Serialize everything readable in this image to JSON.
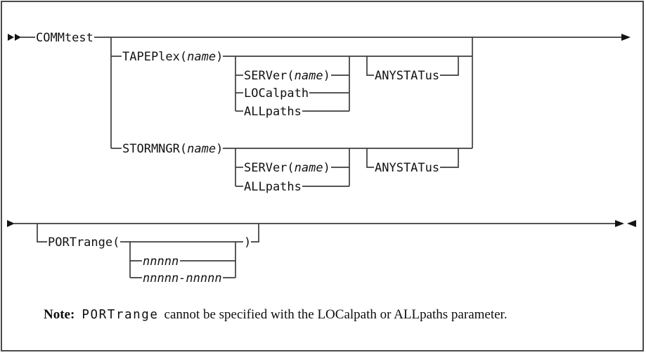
{
  "colors": {
    "background": "#ffffff",
    "line": "#3d3d3d",
    "text": "#121212",
    "border": "#4a4a4a"
  },
  "icons": {
    "row1_start": "double-right-arrow-icon",
    "row1_end": "right-arrow-icon",
    "row2_start": "right-arrow-icon",
    "row2_end": "right-arrow-meets-left-arrow-icon"
  },
  "syntax": {
    "command": "COMMtest",
    "tapeplex": {
      "pre": "TAPEPlex(",
      "arg": "name",
      "post": ")"
    },
    "stormngr": {
      "pre": "STORMNGR(",
      "arg": "name",
      "post": ")"
    },
    "server": {
      "pre": "SERVer(",
      "arg": "name",
      "post": ")"
    },
    "localpath": "LOCalpath",
    "allpaths": "ALLpaths",
    "anystatus": "ANYSTATus",
    "portrange": {
      "pre": "PORTrange(",
      "post": ")"
    },
    "port_single": "nnnnn",
    "port_range": "nnnnn-nnnnn"
  },
  "note": {
    "label": "Note:",
    "keyword": "PORTrange",
    "text": "cannot be specified with the LOCalpath or ALLpaths parameter."
  }
}
